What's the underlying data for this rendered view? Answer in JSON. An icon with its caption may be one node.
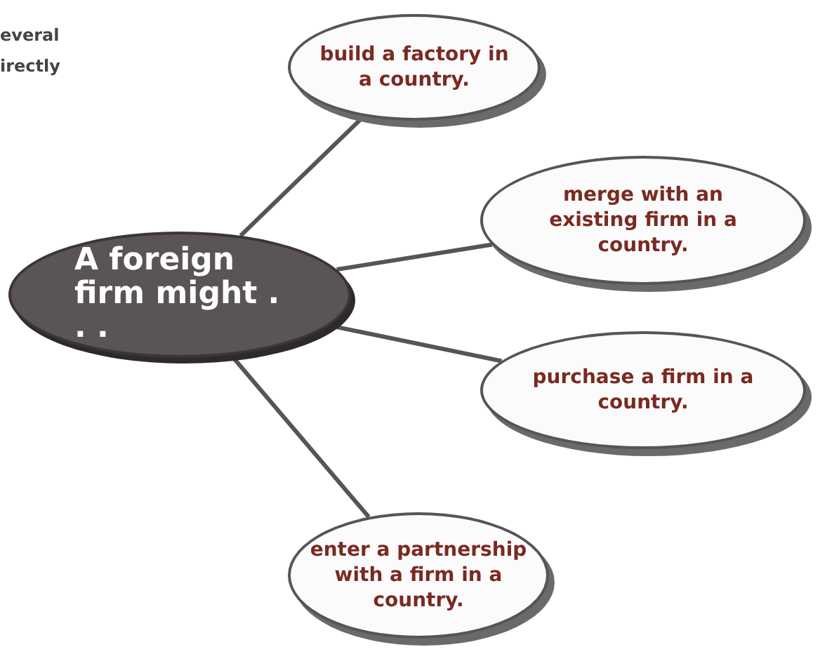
{
  "diagram": {
    "nodes": [
      {
        "text": [
          "A foreign firm might . . ."
        ]
      },
      {
        "text": [
          "build a factory in a country."
        ]
      },
      {
        "text": [
          "merge with an existing firm in a country."
        ]
      },
      {
        "text": [
          "purchase a firm in a country."
        ]
      },
      {
        "text": [
          "enter a partnership with a firm in a country."
        ]
      }
    ],
    "edges": [
      {
        "from": 0,
        "to": 1,
        "arrow": "none"
      },
      {
        "from": 0,
        "to": 2,
        "arrow": "none"
      },
      {
        "from": 0,
        "to": 3,
        "arrow": "none"
      },
      {
        "from": 0,
        "to": 4,
        "arrow": "none"
      }
    ],
    "labels": [
      "everal",
      "irectly"
    ]
  }
}
